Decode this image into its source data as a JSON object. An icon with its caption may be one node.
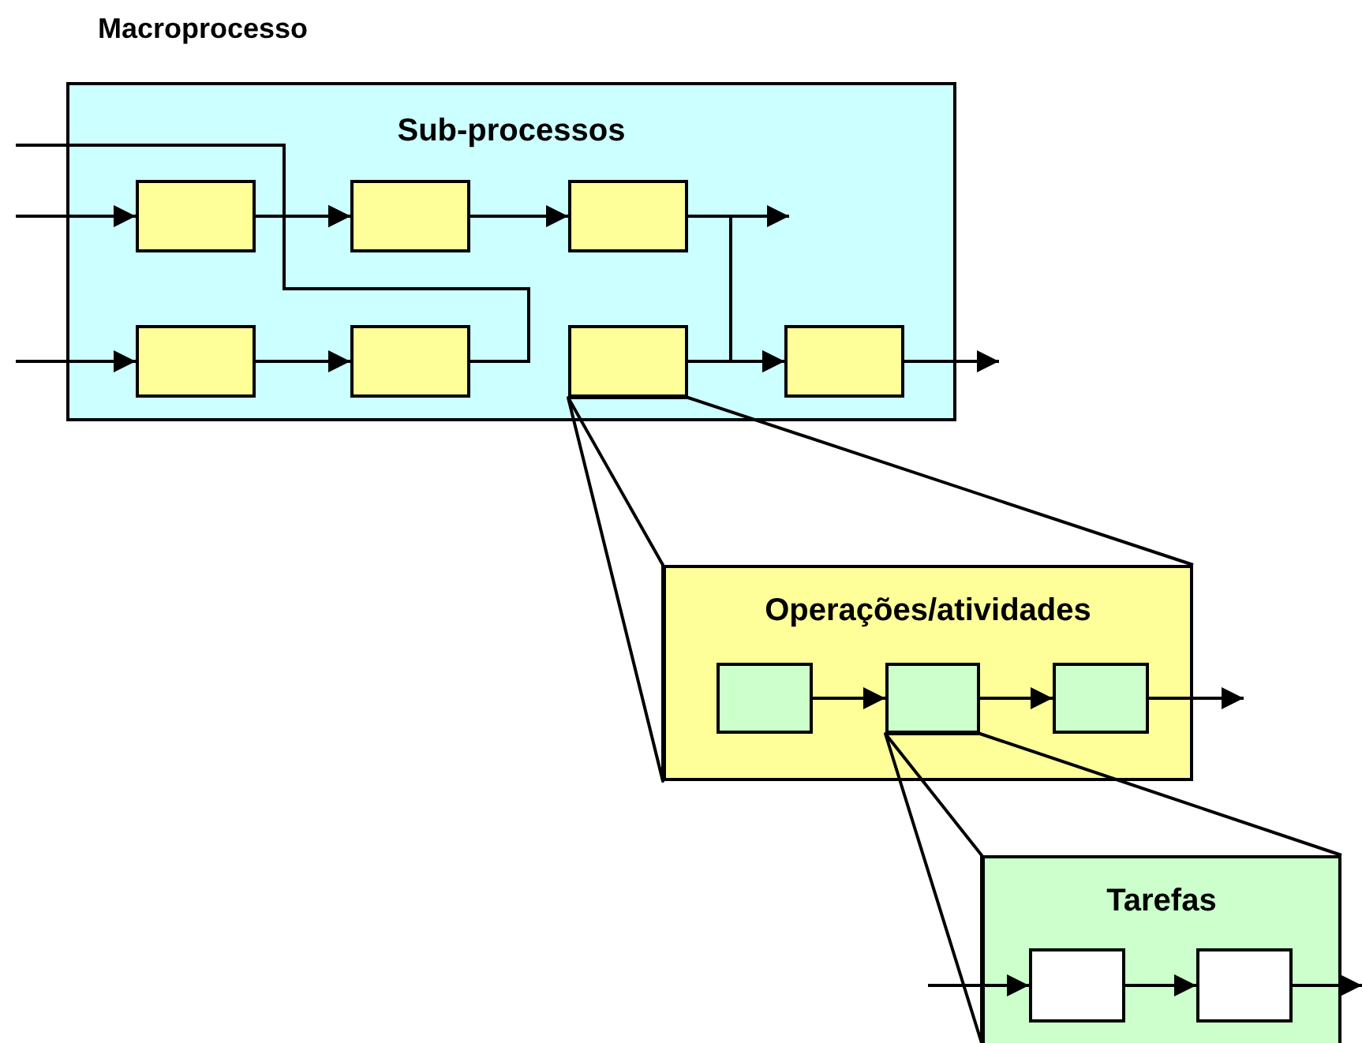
{
  "diagram": {
    "title": "Macroprocesso",
    "nodes": [
      {
        "text": [
          "Sub-processos"
        ]
      },
      {
        "text": [],
        "shape": "box",
        "in": 0
      },
      {
        "text": [],
        "shape": "box",
        "in": 0
      },
      {
        "text": [],
        "shape": "box",
        "in": 0
      },
      {
        "text": [],
        "shape": "box",
        "in": 0
      },
      {
        "text": [],
        "shape": "box",
        "in": 0
      },
      {
        "text": [],
        "shape": "box",
        "in": 0
      },
      {
        "text": [],
        "shape": "box",
        "in": 0
      },
      {
        "text": [
          "Operações/atividades"
        ]
      },
      {
        "text": [],
        "shape": "box",
        "in": 8
      },
      {
        "text": [],
        "shape": "box",
        "in": 8
      },
      {
        "text": [],
        "shape": "box",
        "in": 8
      },
      {
        "text": [
          "Tarefas"
        ]
      },
      {
        "text": [],
        "shape": "box",
        "in": 12
      },
      {
        "text": [],
        "shape": "box",
        "in": 12
      }
    ],
    "edges": [
      {
        "from": null,
        "to": 2,
        "arrow": "to"
      },
      {
        "from": null,
        "to": 1,
        "arrow": "to"
      },
      {
        "from": 1,
        "to": 2,
        "arrow": "to"
      },
      {
        "from": 5,
        "to": 2,
        "arrow": "to"
      },
      {
        "from": 2,
        "to": 3,
        "arrow": "to"
      },
      {
        "from": 3,
        "to": null,
        "arrow": "to"
      },
      {
        "from": 3,
        "to": 7,
        "arrow": "to"
      },
      {
        "from": null,
        "to": 4,
        "arrow": "to"
      },
      {
        "from": 4,
        "to": 5,
        "arrow": "to"
      },
      {
        "from": 6,
        "to": 7,
        "arrow": "to"
      },
      {
        "from": 7,
        "to": null,
        "arrow": "to"
      },
      {
        "from": 6,
        "to": 8,
        "arrow": "none"
      },
      {
        "from": 9,
        "to": 10,
        "arrow": "to"
      },
      {
        "from": 10,
        "to": 11,
        "arrow": "to"
      },
      {
        "from": 11,
        "to": null,
        "arrow": "to"
      },
      {
        "from": 10,
        "to": 12,
        "arrow": "none"
      },
      {
        "from": null,
        "to": 13,
        "arrow": "to"
      },
      {
        "from": 13,
        "to": 14,
        "arrow": "to"
      },
      {
        "from": 14,
        "to": null,
        "arrow": "to"
      }
    ]
  }
}
